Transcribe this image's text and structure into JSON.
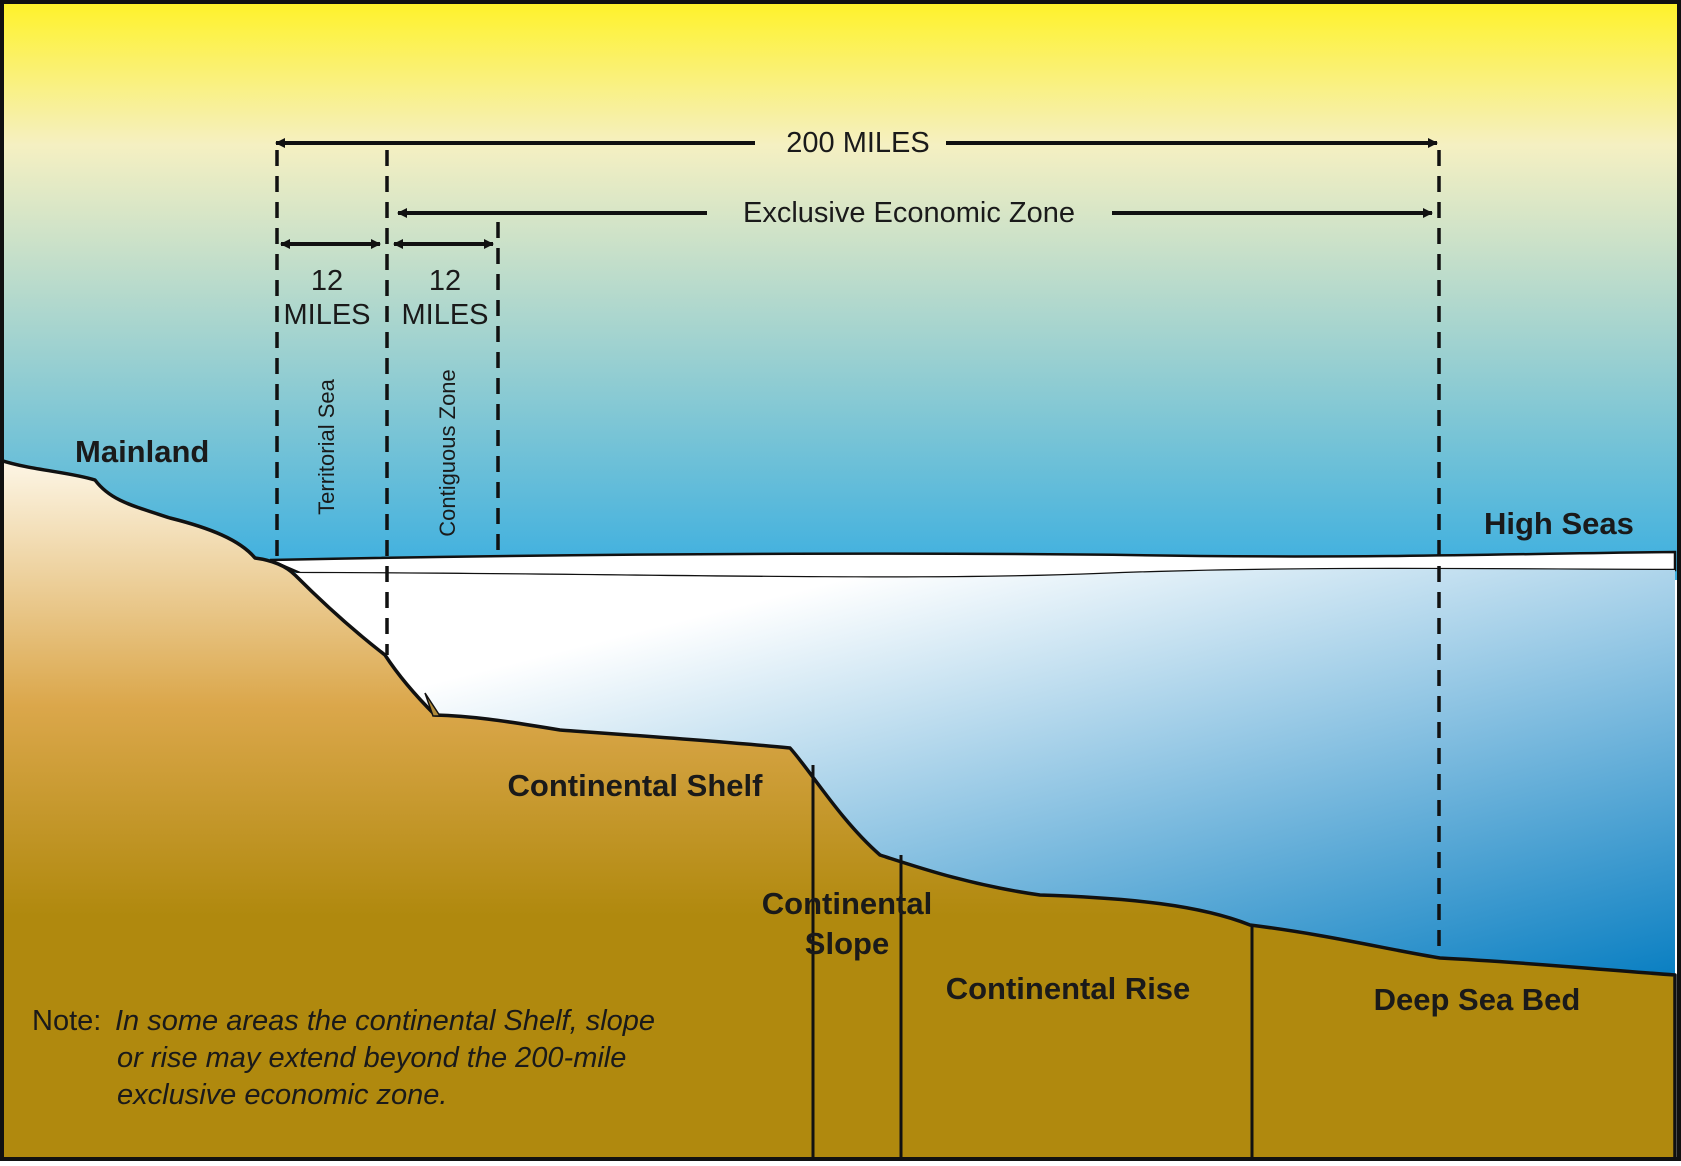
{
  "labels": {
    "distance_200": "200 MILES",
    "eez": "Exclusive Economic Zone",
    "twelve_a_num": "12",
    "twelve_a_unit": "MILES",
    "twelve_b_num": "12",
    "twelve_b_unit": "MILES",
    "territorial_sea": "Territorial Sea",
    "contiguous_zone": "Contiguous Zone",
    "mainland": "Mainland",
    "high_seas": "High Seas",
    "continental_shelf": "Continental Shelf",
    "continental_slope_1": "Continental",
    "continental_slope_2": "Slope",
    "continental_rise": "Continental Rise",
    "deep_sea_bed": "Deep Sea Bed"
  },
  "note": {
    "prefix": "Note:",
    "line1": "In some areas the continental Shelf, slope",
    "line2": "or rise may extend beyond the 200-mile",
    "line3": "exclusive economic zone."
  },
  "colors": {
    "sky_top": "#fff227",
    "sky_mid": "#f5f0c2",
    "sky_bottom": "#3aaee0",
    "sea_light": "#ffffff",
    "sea_deep": "#0a7fc2",
    "land_light": "#fdf6e6",
    "land_mid": "#dba74b",
    "land_dark": "#b0890e",
    "ink": "#111111"
  }
}
